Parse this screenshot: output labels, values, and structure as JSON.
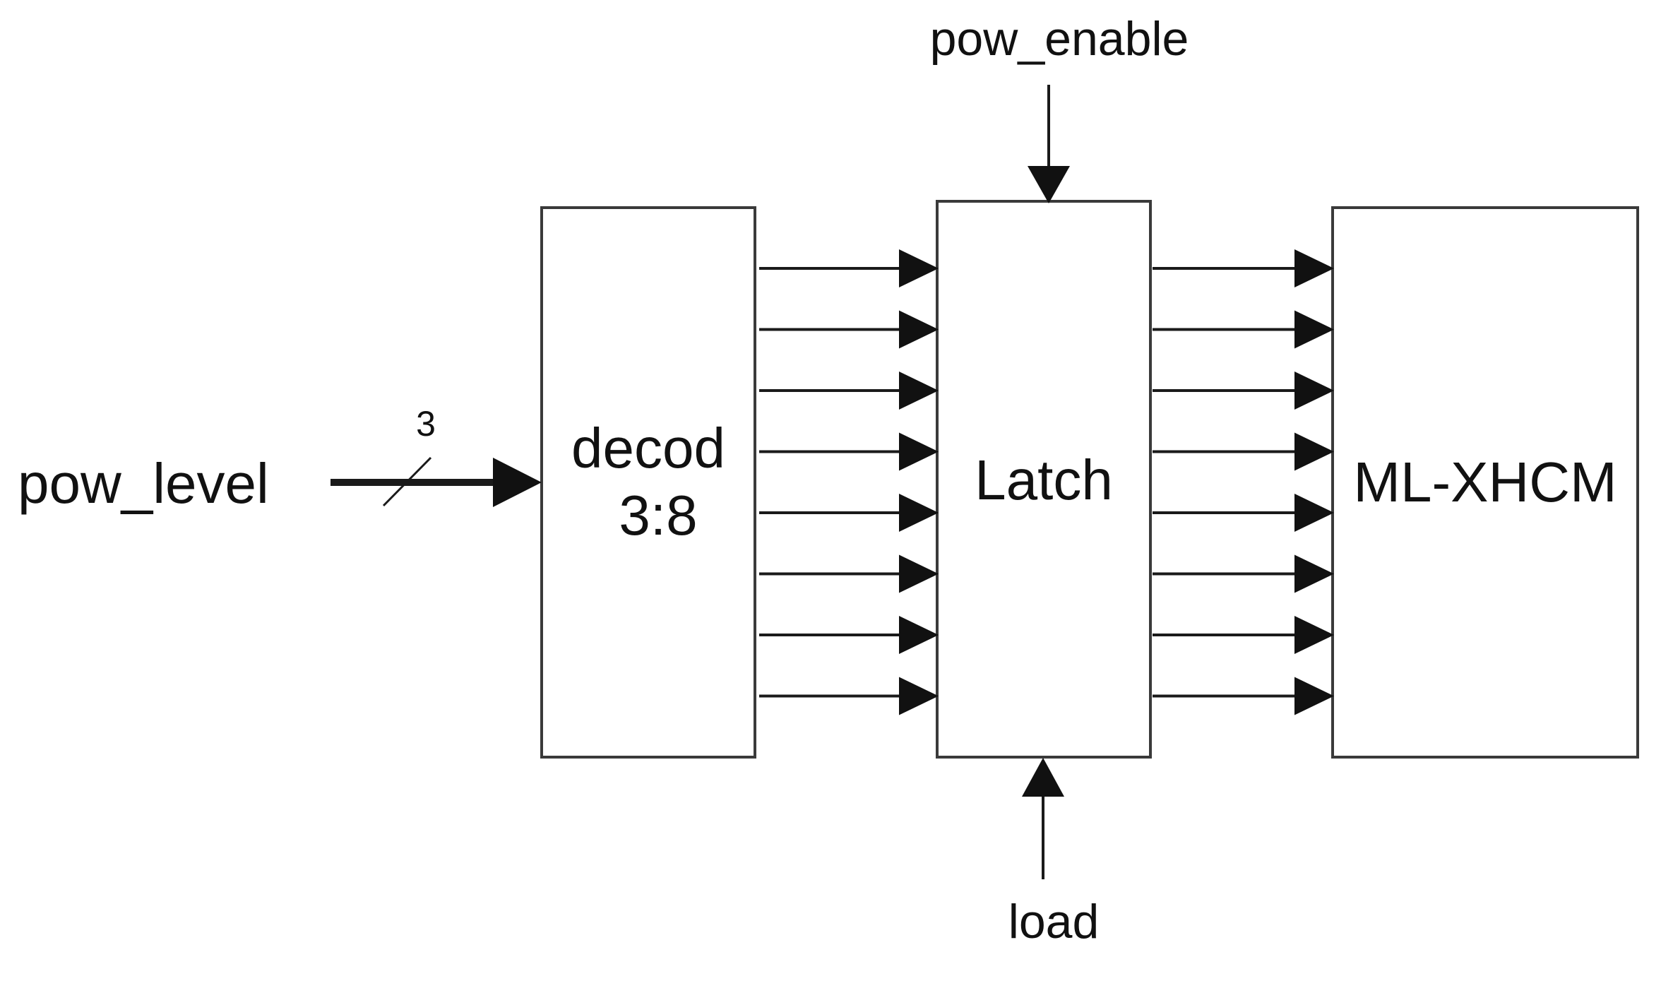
{
  "inputs": {
    "pow_level": "pow_level",
    "bus_width": "3",
    "pow_enable": "pow_enable",
    "load": "load"
  },
  "blocks": {
    "decoder_line1": "decod",
    "decoder_line2": "3:8",
    "latch": "Latch",
    "target": "ML-XHCM"
  },
  "decoder_output_count": 8,
  "latch_output_count": 8
}
